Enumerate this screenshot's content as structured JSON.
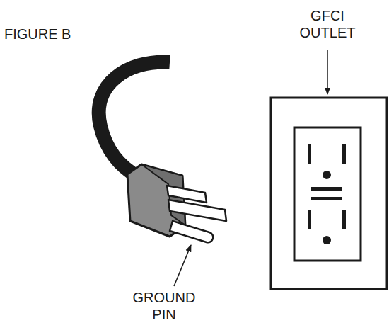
{
  "diagram": {
    "title": "FIGURE B",
    "labels": [
      "GFCI OUTLET",
      "GROUND PIN"
    ]
  }
}
